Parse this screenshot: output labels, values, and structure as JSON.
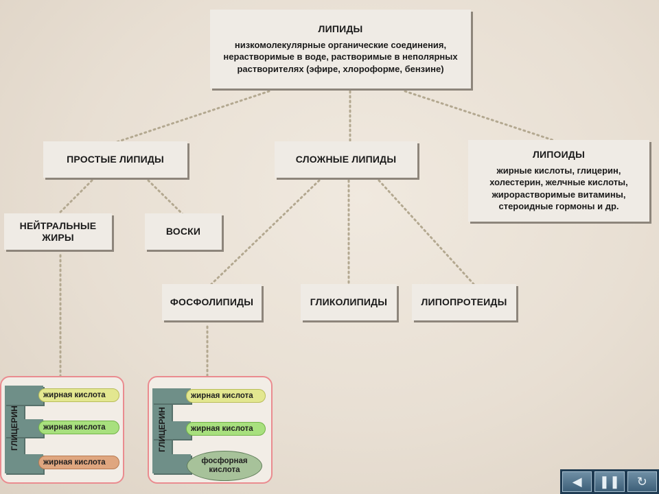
{
  "lipids": {
    "title": "ЛИПИДЫ",
    "description": "низкомолекулярные органические соединения, нерастворимые в воде,  растворимые в неполярных растворителях (эфире, хлороформе, бензине)"
  },
  "simple_lipids": "ПРОСТЫЕ ЛИПИДЫ",
  "complex_lipids": "СЛОЖНЫЕ ЛИПИДЫ",
  "lipoids": {
    "title": "ЛИПОИДЫ",
    "description": "жирные кислоты, глицерин, холестерин, желчные кислоты, жирорастворимые витамины, стероидные гормоны и др."
  },
  "neutral_fats": "НЕЙТРАЛЬНЫЕ ЖИРЫ",
  "waxes": "ВОСКИ",
  "phospholipids": "ФОСФОЛИПИДЫ",
  "glycolipids": "ГЛИКОЛИПИДЫ",
  "lipoproteins": "ЛИПОПРОТЕИДЫ",
  "fat_molecule": {
    "glycerol": "ГЛИЦЕРИН",
    "chains": [
      "жирная кислота",
      "жирная кислота",
      "жирная кислота"
    ]
  },
  "phospholipid_molecule": {
    "glycerol": "ГЛИЦЕРИН",
    "chains": [
      "жирная кислота",
      "жирная кислота"
    ],
    "phosphate": "фосфорная кислота"
  },
  "nav": {
    "back_icon": "triangle-left-icon",
    "pause_icon": "pause-icon",
    "replay_icon": "replay-icon"
  }
}
